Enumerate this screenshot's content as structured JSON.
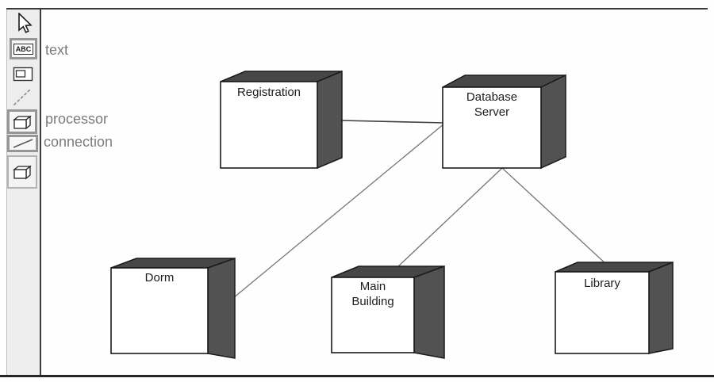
{
  "toolbar": {
    "abc_glyph": "ABC",
    "labels": {
      "text": "text",
      "processor": "processor",
      "connection": "connection"
    },
    "tools": [
      {
        "name": "pointer",
        "selected": false
      },
      {
        "name": "text",
        "selected": true
      },
      {
        "name": "shape",
        "selected": false
      },
      {
        "name": "dashed-line",
        "selected": false
      },
      {
        "name": "processor",
        "selected": true
      },
      {
        "name": "connection",
        "selected": true
      },
      {
        "name": "node-cube",
        "selected": false
      }
    ]
  },
  "diagram": {
    "nodes": [
      {
        "id": "registration",
        "label": "Registration"
      },
      {
        "id": "database-server",
        "label": "Database\nServer"
      },
      {
        "id": "dorm",
        "label": "Dorm"
      },
      {
        "id": "main-building",
        "label": "Main\nBuilding"
      },
      {
        "id": "library",
        "label": "Library"
      }
    ],
    "connections": [
      {
        "from": "registration",
        "to": "database-server"
      },
      {
        "from": "database-server",
        "to": "dorm"
      },
      {
        "from": "database-server",
        "to": "main-building"
      },
      {
        "from": "database-server",
        "to": "library"
      }
    ],
    "colors": {
      "node_front": "#ffffff",
      "node_shadow_top": "#474747",
      "node_shadow_side": "#525252",
      "outline": "#1a1a1a",
      "connector": "#757575",
      "connector_dark": "#3f3f3f"
    }
  }
}
